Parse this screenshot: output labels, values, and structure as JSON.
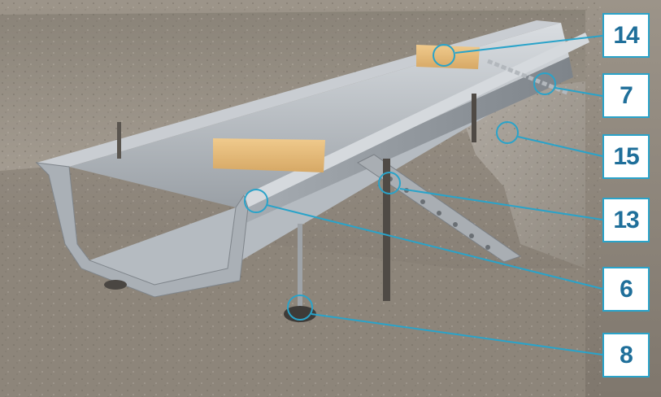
{
  "diagram": {
    "callouts": {
      "c14": "14",
      "c7": "7",
      "c15": "15",
      "c13": "13",
      "c6": "6",
      "c8": "8"
    },
    "colors": {
      "accent": "#2aa3c9",
      "label_text": "#1f6f9a",
      "concrete": "#9a9288",
      "steel": "#b7bcc2",
      "wood": "#e3b978"
    }
  }
}
